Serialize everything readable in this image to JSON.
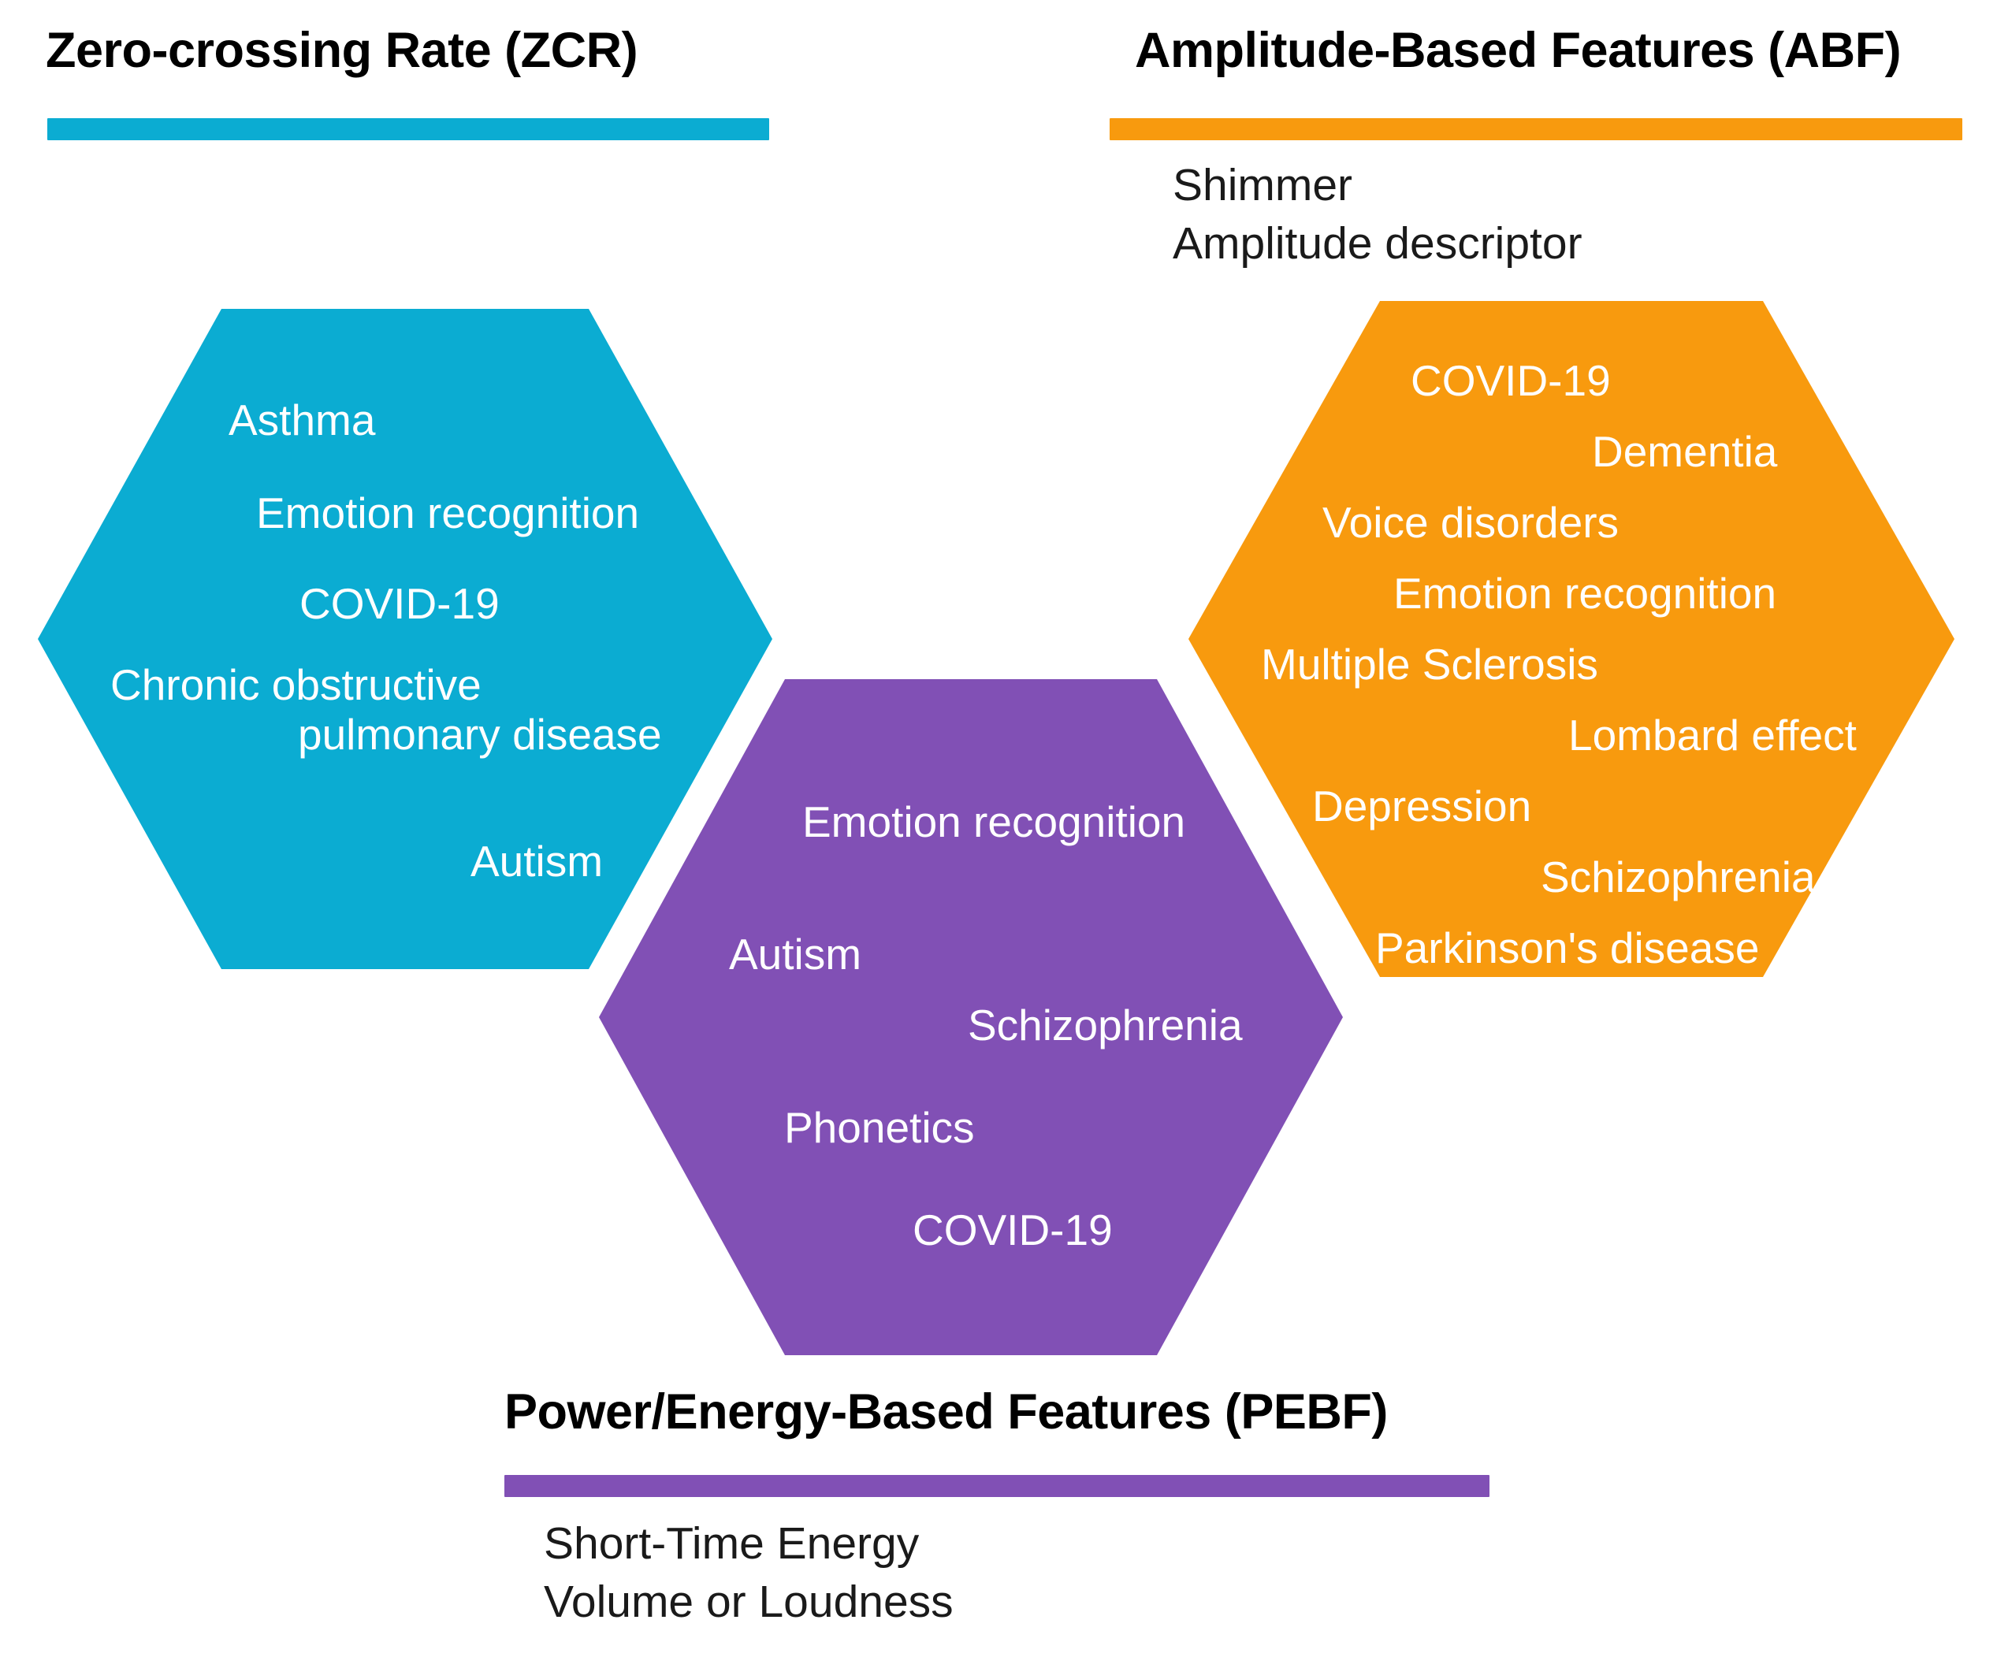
{
  "sections": [
    {
      "id": "zcr",
      "title": "Zero-crossing Rate (ZCR)",
      "accent": "#0BACD2",
      "features": [],
      "applications": [
        "Asthma",
        "Emotion recognition",
        "COVID-19",
        "Chronic obstructive",
        "pulmonary disease",
        "Autism"
      ]
    },
    {
      "id": "abf",
      "title": "Amplitude-Based Features (ABF)",
      "accent": "#F89A0E",
      "features": [
        "Shimmer",
        "Amplitude descriptor"
      ],
      "applications": [
        "COVID-19",
        "Dementia",
        "Voice disorders",
        "Emotion recognition",
        "Multiple Sclerosis",
        "Lombard effect",
        "Depression",
        "Schizophrenia",
        "Parkinson's disease"
      ]
    },
    {
      "id": "pebf",
      "title": "Power/Energy-Based Features (PEBF)",
      "accent": "#8150B5",
      "features": [
        "Short-Time Energy",
        "Volume or Loudness"
      ],
      "applications": [
        "Emotion recognition",
        "Autism",
        "Schizophrenia",
        "Phonetics",
        "COVID-19"
      ]
    }
  ],
  "colors": {
    "zcr_accent": "#0BACD2",
    "abf_accent": "#F89A0E",
    "pebf_accent": "#8150B5",
    "background": "#FFFFFF",
    "title_text": "#000000",
    "hex_text": "#FFFFFF"
  }
}
